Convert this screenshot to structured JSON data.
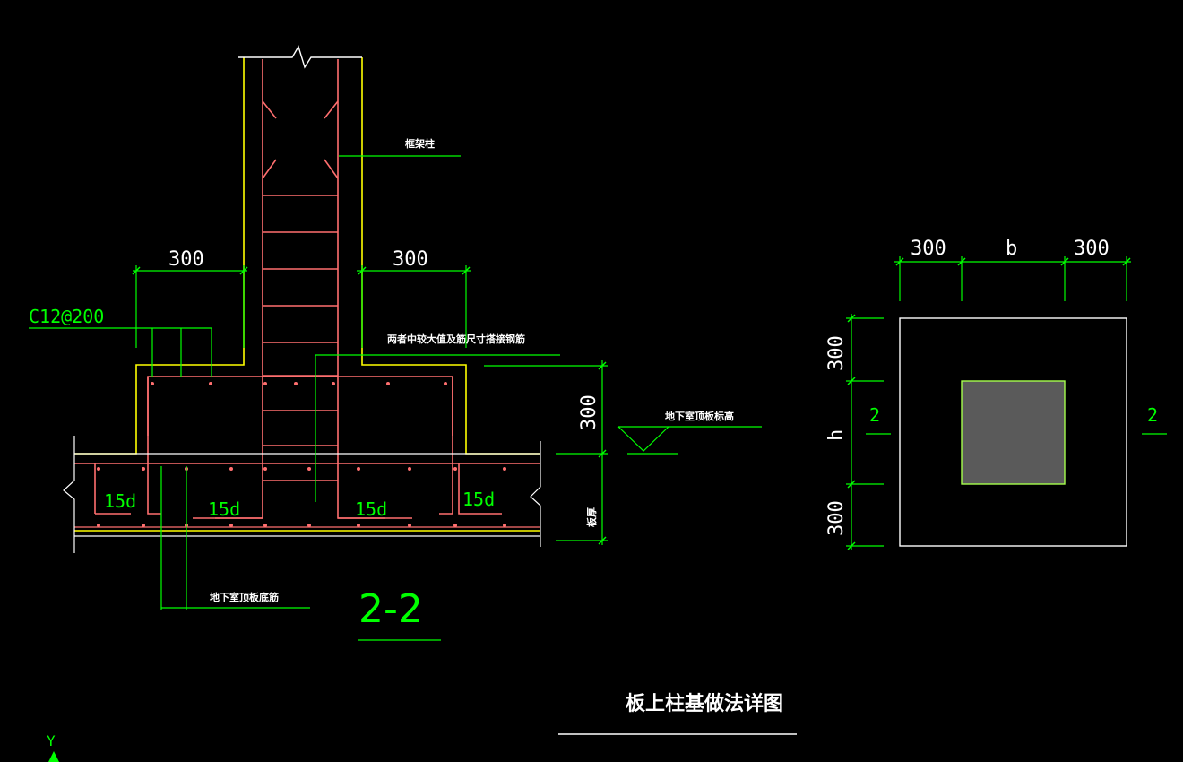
{
  "drawing": {
    "title": "板上柱基做法详图",
    "colors": {
      "background": "#000000",
      "dimension": "#00ff00",
      "rebar": "#ff6f6f",
      "formwork": "#ffff00",
      "column_fill": "#5a5a5a",
      "outline": "#ffffff"
    }
  },
  "section": {
    "label": "2-2",
    "dim_left": "300",
    "dim_right": "300",
    "dim_height": "300",
    "rebar_callout": "C12@200",
    "anchor_labels": [
      "15d",
      "15d",
      "15d",
      "15d"
    ],
    "note_column": "框架柱",
    "note_bar": "两者中较大值及筋尺寸搭接钢筋",
    "note_floor": "地下室顶板标高",
    "note_slab_thick": "板厚",
    "note_bottom": "地下室顶板底筋"
  },
  "plan": {
    "dim_top": [
      "300",
      "b",
      "300"
    ],
    "dim_side": [
      "300",
      "h",
      "300"
    ],
    "cut_marks": [
      "2",
      "2"
    ]
  },
  "ucs": {
    "axis_label": "Y",
    "icon": "ucs-axis-icon"
  }
}
